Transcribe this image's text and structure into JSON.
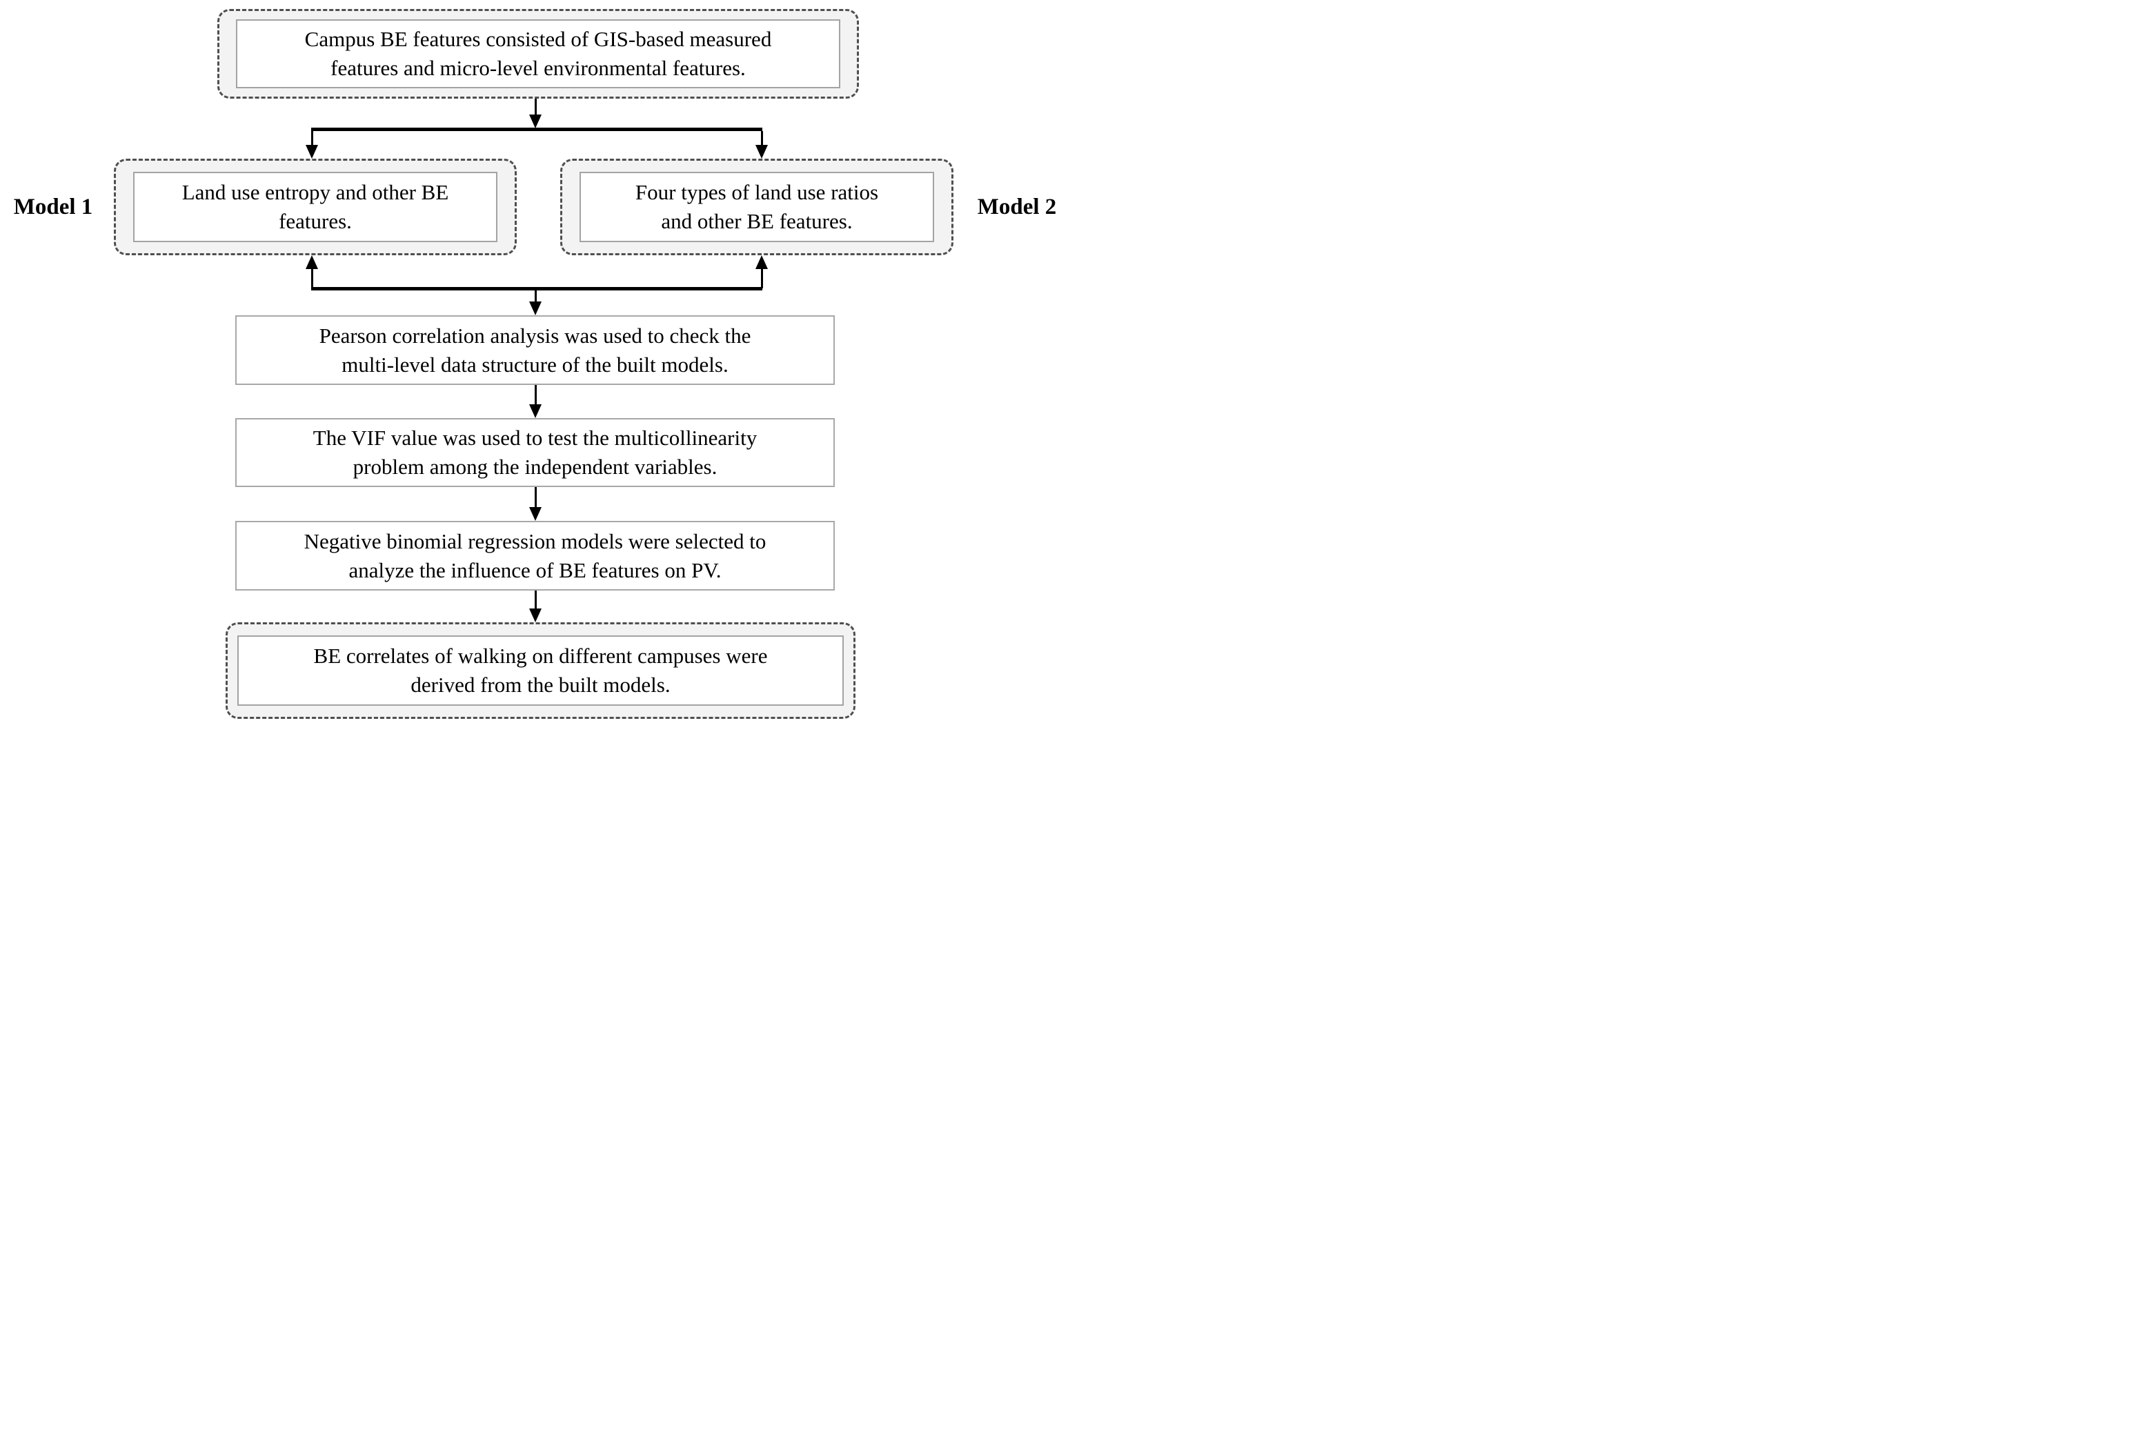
{
  "figure": {
    "type": "flowchart",
    "labels": {
      "model1": "Model 1",
      "model2": "Model 2"
    },
    "boxes": {
      "campus_features": {
        "lines": [
          "Campus BE features consisted of GIS-based measured",
          "features and micro-level environmental features."
        ]
      },
      "model1": {
        "lines": [
          "Land use entropy and other BE",
          "features."
        ]
      },
      "model2": {
        "lines": [
          "Four types of land use ratios",
          "and other BE features."
        ]
      },
      "pearson": {
        "lines": [
          "Pearson correlation analysis was used to check the",
          "multi-level data structure of the built models."
        ]
      },
      "vif": {
        "lines": [
          "The VIF value was used to test the multicollinearity",
          "problem among the independent variables."
        ]
      },
      "negative_binomial": {
        "lines": [
          "Negative binomial regression models were selected to",
          "analyze the influence of BE features on PV."
        ]
      },
      "be_correlates": {
        "lines": [
          "BE correlates of walking on different campuses were",
          "derived from the built models."
        ]
      }
    },
    "colors": {
      "background": "#ffffff",
      "text": "#000000",
      "arrow": "#000000",
      "dashed_border": "#4f4f4f",
      "dashed_fill": "#f3f3f3",
      "inner_border": "#a3a3a3",
      "plain_border": "#a8a8a8"
    }
  }
}
